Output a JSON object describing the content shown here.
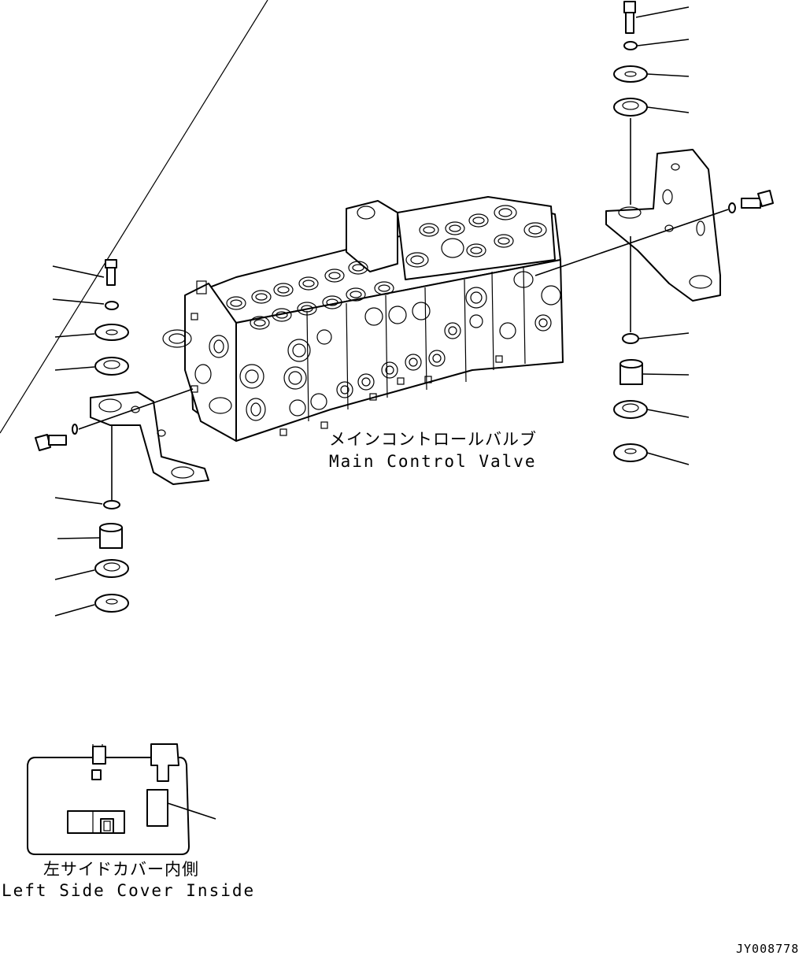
{
  "main_valve": {
    "label_jp": "メインコントロールバルブ",
    "label_en": "Main Control Valve"
  },
  "cover": {
    "label_jp": "左サイドカバー内側",
    "label_en": "Left Side Cover Inside"
  },
  "drawing_code": "JY008778"
}
